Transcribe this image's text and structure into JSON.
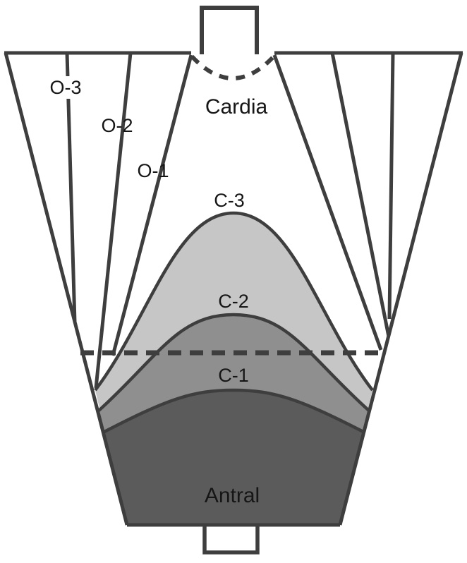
{
  "diagram": {
    "description": "Schematic diagram of an opened stomach showing nested atrophic-border regions",
    "labels": {
      "o3": "O-3",
      "o2": "O-2",
      "o1": "O-1",
      "cardia": "Cardia",
      "c3": "C-3",
      "c2": "C-2",
      "c1": "C-1",
      "antral": "Antral"
    },
    "colors": {
      "background": "#ffffff",
      "line": "#3e3e3e",
      "text": "#161616",
      "c3_fill": "#c6c6c6",
      "c2_fill": "#8f8f8f",
      "c1_fill": "#5b5b5b",
      "label_backdrop": "#ffffff"
    }
  }
}
